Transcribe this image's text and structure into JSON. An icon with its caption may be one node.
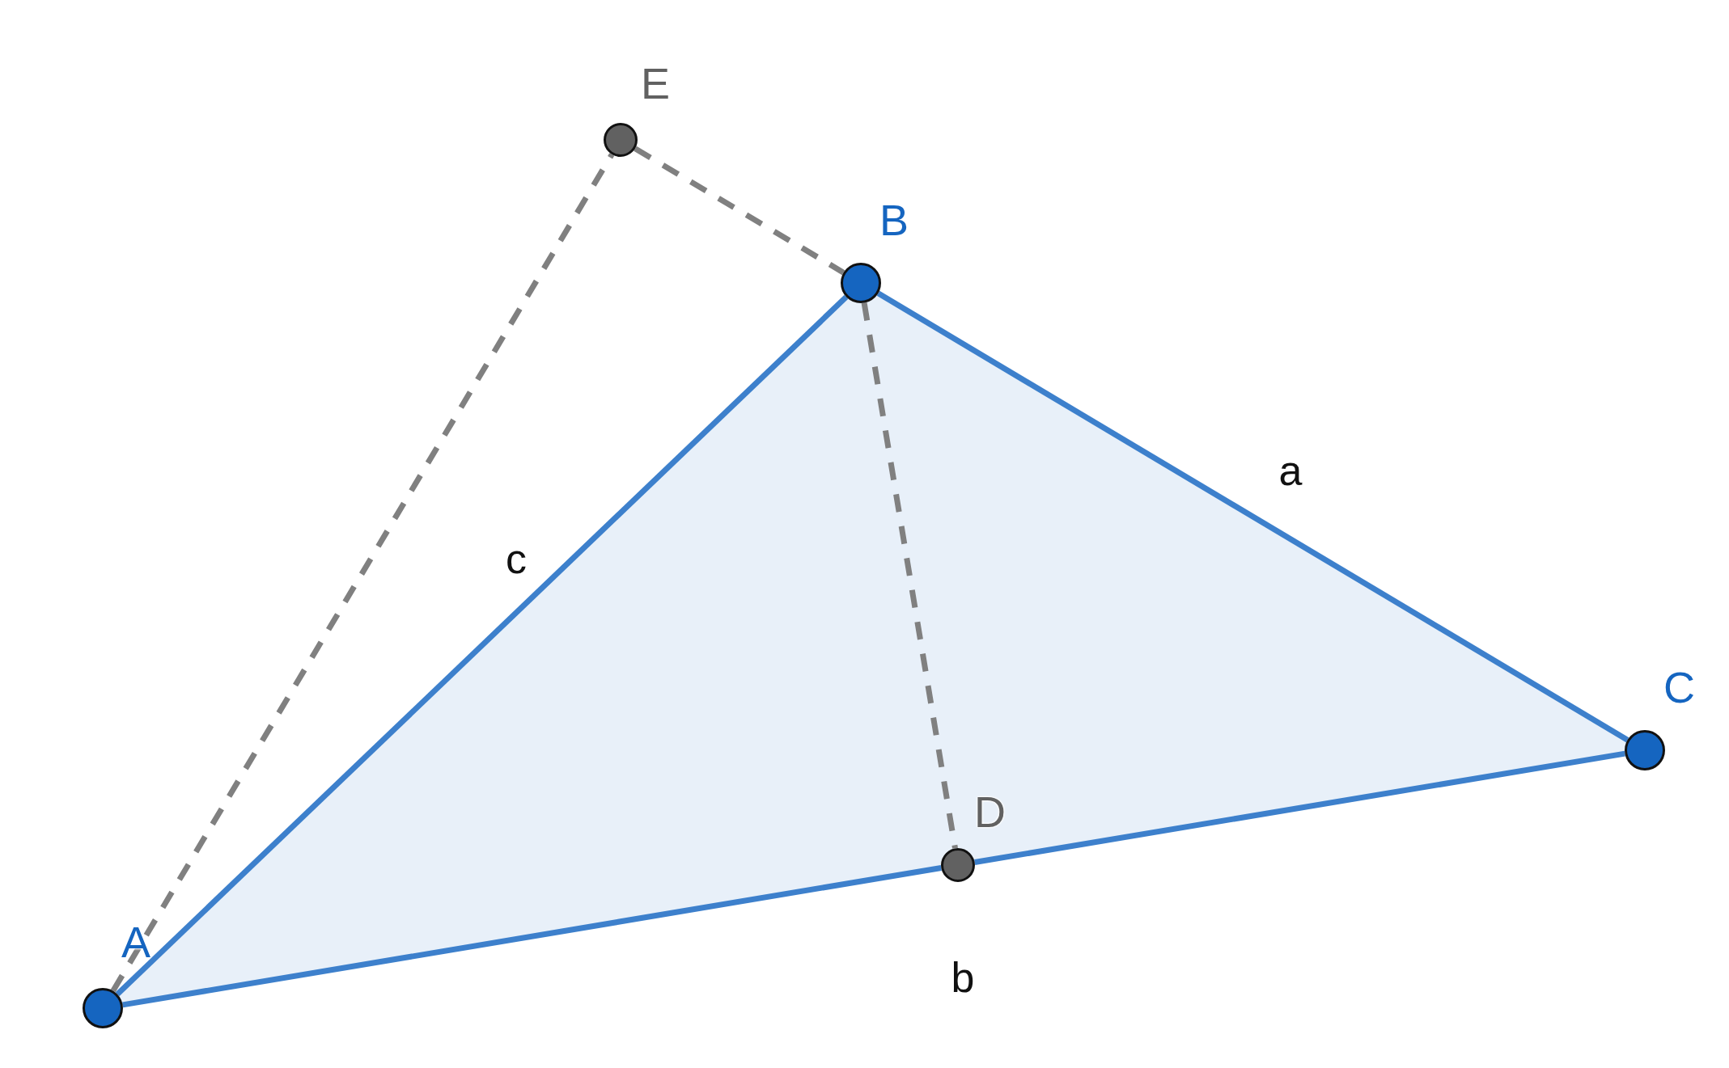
{
  "diagram": {
    "nodes": [
      {
        "text": [
          "A"
        ]
      },
      {
        "text": [
          "B"
        ]
      },
      {
        "text": [
          "C"
        ]
      },
      {
        "text": [
          "D"
        ]
      },
      {
        "text": [
          "E"
        ]
      }
    ],
    "edges": [
      {
        "from": 0,
        "to": 1,
        "arrow": "none",
        "label": "c"
      },
      {
        "from": 1,
        "to": 2,
        "arrow": "none",
        "label": "a"
      },
      {
        "from": 2,
        "to": 3,
        "arrow": "none"
      },
      {
        "from": 3,
        "to": 0,
        "arrow": "none",
        "label": "b"
      },
      {
        "from": 0,
        "to": 4,
        "arrow": "none",
        "style": "dashed",
        "color": "#808080"
      },
      {
        "from": 4,
        "to": 1,
        "arrow": "none",
        "style": "dashed",
        "color": "#808080"
      },
      {
        "from": 1,
        "to": 3,
        "arrow": "none",
        "style": "dashed",
        "color": "#808080"
      }
    ]
  }
}
